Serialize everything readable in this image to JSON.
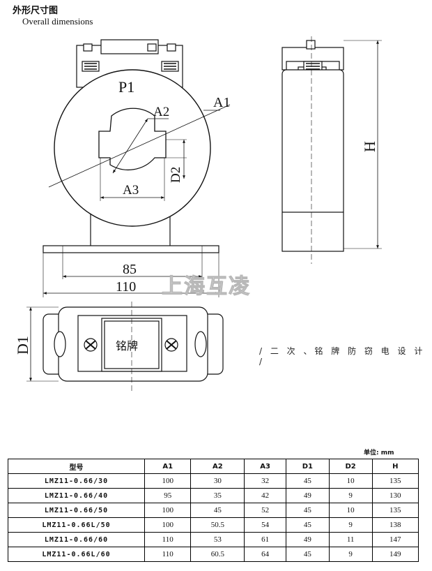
{
  "header": {
    "title": "外形尺寸图",
    "subtitle": "Overall dimensions"
  },
  "drawing": {
    "front_labels": {
      "p1": "P1",
      "a1": "A1",
      "a2": "A2",
      "a3": "A3",
      "d2": "D2"
    },
    "bottom_dims": {
      "width_85": "85",
      "width_110": "110"
    },
    "side_label_h": "H",
    "top_view": {
      "d1": "D1",
      "nameplate": "铭牌"
    },
    "watermark": "上海互凌",
    "note": "/ 二 次 、铭 牌 防 窃 电 设 计 /"
  },
  "table": {
    "unit_label": "单位: mm",
    "headers": [
      "型号",
      "A1",
      "A2",
      "A3",
      "D1",
      "D2",
      "H"
    ],
    "rows": [
      [
        "LMZ11-0.66/30",
        "100",
        "30",
        "32",
        "45",
        "10",
        "135"
      ],
      [
        "LMZ11-0.66/40",
        "95",
        "35",
        "42",
        "49",
        "9",
        "130"
      ],
      [
        "LMZ11-0.66/50",
        "100",
        "45",
        "52",
        "45",
        "10",
        "135"
      ],
      [
        "LMZ11-0.66L/50",
        "100",
        "50.5",
        "54",
        "45",
        "9",
        "138"
      ],
      [
        "LMZ11-0.66/60",
        "110",
        "53",
        "61",
        "49",
        "11",
        "147"
      ],
      [
        "LMZ11-0.66L/60",
        "110",
        "60.5",
        "64",
        "45",
        "9",
        "149"
      ]
    ]
  }
}
